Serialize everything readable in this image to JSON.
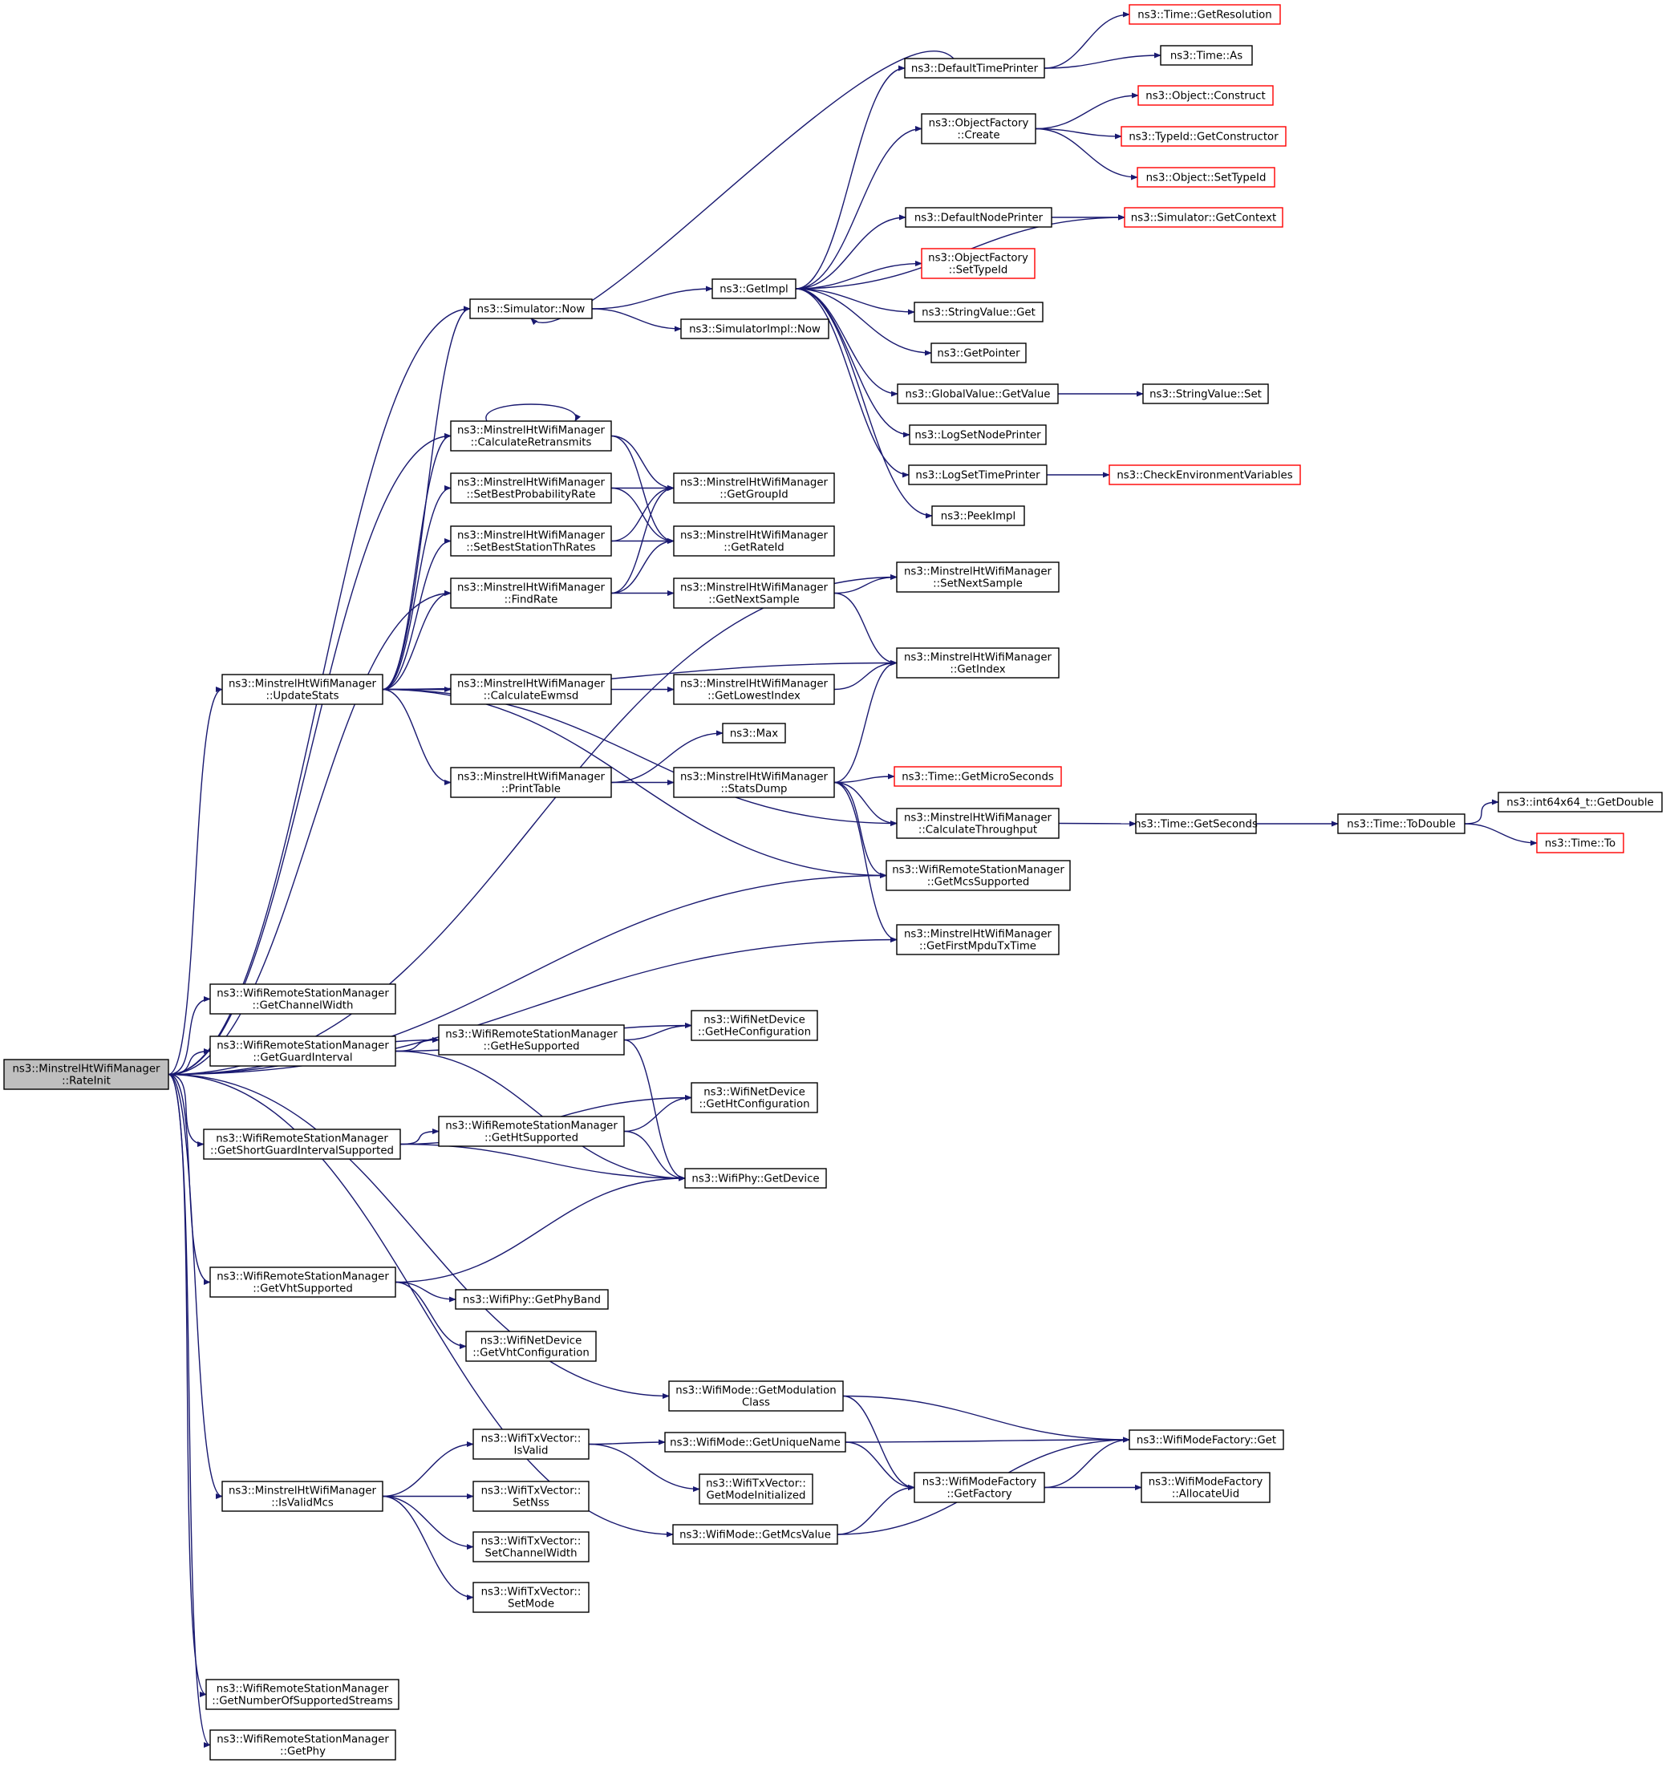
{
  "nodes": [
    {
      "id": "root",
      "lines": [
        "ns3::MinstrelHtWifiManager",
        "::RateInit"
      ],
      "style": "root"
    },
    {
      "id": "tgr",
      "lines": [
        "ns3::Time::GetResolution"
      ],
      "style": "red"
    },
    {
      "id": "tas",
      "lines": [
        "ns3::Time::As"
      ],
      "style": "normal"
    },
    {
      "id": "dtp",
      "lines": [
        "ns3::DefaultTimePrinter"
      ],
      "style": "normal"
    },
    {
      "id": "oc",
      "lines": [
        "ns3::Object::Construct"
      ],
      "style": "red"
    },
    {
      "id": "ofc",
      "lines": [
        "ns3::ObjectFactory",
        "::Create"
      ],
      "style": "normal"
    },
    {
      "id": "tgc",
      "lines": [
        "ns3::TypeId::GetConstructor"
      ],
      "style": "red"
    },
    {
      "id": "ost",
      "lines": [
        "ns3::Object::SetTypeId"
      ],
      "style": "red"
    },
    {
      "id": "dnp",
      "lines": [
        "ns3::DefaultNodePrinter"
      ],
      "style": "normal"
    },
    {
      "id": "sgc",
      "lines": [
        "ns3::Simulator::GetContext"
      ],
      "style": "red"
    },
    {
      "id": "ofs",
      "lines": [
        "ns3::ObjectFactory",
        "::SetTypeId"
      ],
      "style": "red"
    },
    {
      "id": "gi",
      "lines": [
        "ns3::GetImpl"
      ],
      "style": "normal"
    },
    {
      "id": "sn",
      "lines": [
        "ns3::Simulator::Now"
      ],
      "style": "normal"
    },
    {
      "id": "svg",
      "lines": [
        "ns3::StringValue::Get"
      ],
      "style": "normal"
    },
    {
      "id": "sin",
      "lines": [
        "ns3::SimulatorImpl::Now"
      ],
      "style": "normal"
    },
    {
      "id": "gp",
      "lines": [
        "ns3::GetPointer"
      ],
      "style": "normal"
    },
    {
      "id": "gvgv",
      "lines": [
        "ns3::GlobalValue::GetValue"
      ],
      "style": "normal"
    },
    {
      "id": "svs",
      "lines": [
        "ns3::StringValue::Set"
      ],
      "style": "normal"
    },
    {
      "id": "lsnp",
      "lines": [
        "ns3::LogSetNodePrinter"
      ],
      "style": "normal"
    },
    {
      "id": "lstp",
      "lines": [
        "ns3::LogSetTimePrinter"
      ],
      "style": "normal"
    },
    {
      "id": "cev",
      "lines": [
        "ns3::CheckEnvironmentVariables"
      ],
      "style": "red"
    },
    {
      "id": "pi",
      "lines": [
        "ns3::PeekImpl"
      ],
      "style": "normal"
    },
    {
      "id": "cr",
      "lines": [
        "ns3::MinstrelHtWifiManager",
        "::CalculateRetransmits"
      ],
      "style": "normal"
    },
    {
      "id": "sbpr",
      "lines": [
        "ns3::MinstrelHtWifiManager",
        "::SetBestProbabilityRate"
      ],
      "style": "normal"
    },
    {
      "id": "ggid",
      "lines": [
        "ns3::MinstrelHtWifiManager",
        "::GetGroupId"
      ],
      "style": "normal"
    },
    {
      "id": "sbst",
      "lines": [
        "ns3::MinstrelHtWifiManager",
        "::SetBestStationThRates"
      ],
      "style": "normal"
    },
    {
      "id": "grid",
      "lines": [
        "ns3::MinstrelHtWifiManager",
        "::GetRateId"
      ],
      "style": "normal"
    },
    {
      "id": "fr",
      "lines": [
        "ns3::MinstrelHtWifiManager",
        "::FindRate"
      ],
      "style": "normal"
    },
    {
      "id": "gns",
      "lines": [
        "ns3::MinstrelHtWifiManager",
        "::GetNextSample"
      ],
      "style": "normal"
    },
    {
      "id": "sns",
      "lines": [
        "ns3::MinstrelHtWifiManager",
        "::SetNextSample"
      ],
      "style": "normal"
    },
    {
      "id": "gidx",
      "lines": [
        "ns3::MinstrelHtWifiManager",
        "::GetIndex"
      ],
      "style": "normal"
    },
    {
      "id": "us",
      "lines": [
        "ns3::MinstrelHtWifiManager",
        "::UpdateStats"
      ],
      "style": "normal"
    },
    {
      "id": "ce",
      "lines": [
        "ns3::MinstrelHtWifiManager",
        "::CalculateEwmsd"
      ],
      "style": "normal"
    },
    {
      "id": "gli",
      "lines": [
        "ns3::MinstrelHtWifiManager",
        "::GetLowestIndex"
      ],
      "style": "normal"
    },
    {
      "id": "max",
      "lines": [
        "ns3::Max"
      ],
      "style": "normal"
    },
    {
      "id": "pt",
      "lines": [
        "ns3::MinstrelHtWifiManager",
        "::PrintTable"
      ],
      "style": "normal"
    },
    {
      "id": "sd",
      "lines": [
        "ns3::MinstrelHtWifiManager",
        "::StatsDump"
      ],
      "style": "normal"
    },
    {
      "id": "tgms",
      "lines": [
        "ns3::Time::GetMicroSeconds"
      ],
      "style": "red"
    },
    {
      "id": "ct",
      "lines": [
        "ns3::MinstrelHtWifiManager",
        "::CalculateThroughput"
      ],
      "style": "normal"
    },
    {
      "id": "tgs",
      "lines": [
        "ns3::Time::GetSeconds"
      ],
      "style": "normal"
    },
    {
      "id": "ttd",
      "lines": [
        "ns3::Time::ToDouble"
      ],
      "style": "normal"
    },
    {
      "id": "i64",
      "lines": [
        "ns3::int64x64_t::GetDouble"
      ],
      "style": "normal"
    },
    {
      "id": "tto",
      "lines": [
        "ns3::Time::To"
      ],
      "style": "red"
    },
    {
      "id": "gmcs",
      "lines": [
        "ns3::WifiRemoteStationManager",
        "::GetMcsSupported"
      ],
      "style": "normal"
    },
    {
      "id": "gfmt",
      "lines": [
        "ns3::MinstrelHtWifiManager",
        "::GetFirstMpduTxTime"
      ],
      "style": "normal"
    },
    {
      "id": "gcw",
      "lines": [
        "ns3::WifiRemoteStationManager",
        "::GetChannelWidth"
      ],
      "style": "normal"
    },
    {
      "id": "ghec",
      "lines": [
        "ns3::WifiNetDevice",
        "::GetHeConfiguration"
      ],
      "style": "normal"
    },
    {
      "id": "ggi",
      "lines": [
        "ns3::WifiRemoteStationManager",
        "::GetGuardInterval"
      ],
      "style": "normal"
    },
    {
      "id": "ghes",
      "lines": [
        "ns3::WifiRemoteStationManager",
        "::GetHeSupported"
      ],
      "style": "normal"
    },
    {
      "id": "ghtc",
      "lines": [
        "ns3::WifiNetDevice",
        "::GetHtConfiguration"
      ],
      "style": "normal"
    },
    {
      "id": "gsgi",
      "lines": [
        "ns3::WifiRemoteStationManager",
        "::GetShortGuardIntervalSupported"
      ],
      "style": "normal"
    },
    {
      "id": "ghts",
      "lines": [
        "ns3::WifiRemoteStationManager",
        "::GetHtSupported"
      ],
      "style": "normal"
    },
    {
      "id": "wpgd",
      "lines": [
        "ns3::WifiPhy::GetDevice"
      ],
      "style": "normal"
    },
    {
      "id": "gvht",
      "lines": [
        "ns3::WifiRemoteStationManager",
        "::GetVhtSupported"
      ],
      "style": "normal"
    },
    {
      "id": "wpgb",
      "lines": [
        "ns3::WifiPhy::GetPhyBand"
      ],
      "style": "normal"
    },
    {
      "id": "gvhtc",
      "lines": [
        "ns3::WifiNetDevice",
        "::GetVhtConfiguration"
      ],
      "style": "normal"
    },
    {
      "id": "wmgmc",
      "lines": [
        "ns3::WifiMode::GetModulation",
        "Class"
      ],
      "style": "normal"
    },
    {
      "id": "wtvi",
      "lines": [
        "ns3::WifiTxVector::",
        "IsValid"
      ],
      "style": "normal"
    },
    {
      "id": "wmgun",
      "lines": [
        "ns3::WifiMode::GetUniqueName"
      ],
      "style": "normal"
    },
    {
      "id": "wmfg",
      "lines": [
        "ns3::WifiModeFactory::Get"
      ],
      "style": "normal"
    },
    {
      "id": "wtvgmi",
      "lines": [
        "ns3::WifiTxVector::",
        "GetModeInitialized"
      ],
      "style": "normal"
    },
    {
      "id": "ivm",
      "lines": [
        "ns3::MinstrelHtWifiManager",
        "::IsValidMcs"
      ],
      "style": "normal"
    },
    {
      "id": "wtvsn",
      "lines": [
        "ns3::WifiTxVector::",
        "SetNss"
      ],
      "style": "normal"
    },
    {
      "id": "wmfgf",
      "lines": [
        "ns3::WifiModeFactory",
        "::GetFactory"
      ],
      "style": "normal"
    },
    {
      "id": "wmfau",
      "lines": [
        "ns3::WifiModeFactory",
        "::AllocateUid"
      ],
      "style": "normal"
    },
    {
      "id": "wmgmv",
      "lines": [
        "ns3::WifiMode::GetMcsValue"
      ],
      "style": "normal"
    },
    {
      "id": "wtvscw",
      "lines": [
        "ns3::WifiTxVector::",
        "SetChannelWidth"
      ],
      "style": "normal"
    },
    {
      "id": "wtvsm",
      "lines": [
        "ns3::WifiTxVector::",
        "SetMode"
      ],
      "style": "normal"
    },
    {
      "id": "gnss",
      "lines": [
        "ns3::WifiRemoteStationManager",
        "::GetNumberOfSupportedStreams"
      ],
      "style": "normal"
    },
    {
      "id": "gphy",
      "lines": [
        "ns3::WifiRemoteStationManager",
        "::GetPhy"
      ],
      "style": "normal"
    }
  ],
  "edges": [
    [
      "root",
      "sn"
    ],
    [
      "root",
      "cr"
    ],
    [
      "root",
      "fr"
    ],
    [
      "root",
      "sns"
    ],
    [
      "root",
      "us"
    ],
    [
      "root",
      "gmcs"
    ],
    [
      "root",
      "gfmt"
    ],
    [
      "root",
      "gcw"
    ],
    [
      "root",
      "ggi"
    ],
    [
      "root",
      "ghes"
    ],
    [
      "root",
      "gsgi"
    ],
    [
      "root",
      "gvht"
    ],
    [
      "root",
      "wmgmc"
    ],
    [
      "root",
      "ivm"
    ],
    [
      "root",
      "wmgmv"
    ],
    [
      "root",
      "gnss"
    ],
    [
      "root",
      "gphy"
    ],
    [
      "dtp",
      "tgr"
    ],
    [
      "dtp",
      "tas"
    ],
    [
      "dtp",
      "sn"
    ],
    [
      "ofc",
      "oc"
    ],
    [
      "ofc",
      "tgc"
    ],
    [
      "ofc",
      "ost"
    ],
    [
      "dnp",
      "sgc"
    ],
    [
      "gi",
      "dtp"
    ],
    [
      "gi",
      "ofc"
    ],
    [
      "gi",
      "sgc"
    ],
    [
      "gi",
      "dnp"
    ],
    [
      "gi",
      "ofs"
    ],
    [
      "gi",
      "svg"
    ],
    [
      "gi",
      "gp"
    ],
    [
      "gi",
      "gvgv"
    ],
    [
      "gi",
      "lsnp"
    ],
    [
      "gi",
      "lstp"
    ],
    [
      "gi",
      "pi"
    ],
    [
      "gvgv",
      "svs"
    ],
    [
      "lstp",
      "cev"
    ],
    [
      "sn",
      "gi"
    ],
    [
      "sn",
      "sin"
    ],
    [
      "cr",
      "cr"
    ],
    [
      "cr",
      "ggid"
    ],
    [
      "cr",
      "grid"
    ],
    [
      "sbpr",
      "ggid"
    ],
    [
      "sbpr",
      "grid"
    ],
    [
      "sbst",
      "ggid"
    ],
    [
      "sbst",
      "grid"
    ],
    [
      "fr",
      "ggid"
    ],
    [
      "fr",
      "grid"
    ],
    [
      "fr",
      "gns"
    ],
    [
      "gns",
      "sns"
    ],
    [
      "gns",
      "gidx"
    ],
    [
      "us",
      "sn"
    ],
    [
      "us",
      "cr"
    ],
    [
      "us",
      "sbpr"
    ],
    [
      "us",
      "sbst"
    ],
    [
      "us",
      "fr"
    ],
    [
      "us",
      "gidx"
    ],
    [
      "us",
      "ce"
    ],
    [
      "us",
      "gli"
    ],
    [
      "us",
      "pt"
    ],
    [
      "us",
      "ct"
    ],
    [
      "us",
      "gmcs"
    ],
    [
      "gli",
      "gidx"
    ],
    [
      "pt",
      "max"
    ],
    [
      "pt",
      "sd"
    ],
    [
      "sd",
      "gidx"
    ],
    [
      "sd",
      "tgms"
    ],
    [
      "sd",
      "ct"
    ],
    [
      "sd",
      "gmcs"
    ],
    [
      "sd",
      "gfmt"
    ],
    [
      "ct",
      "tgs"
    ],
    [
      "tgs",
      "ttd"
    ],
    [
      "ttd",
      "i64"
    ],
    [
      "ttd",
      "tto"
    ],
    [
      "ggi",
      "ghec"
    ],
    [
      "ggi",
      "ghes"
    ],
    [
      "ggi",
      "wpgd"
    ],
    [
      "ghes",
      "ghec"
    ],
    [
      "ghes",
      "wpgd"
    ],
    [
      "gsgi",
      "ghtc"
    ],
    [
      "gsgi",
      "ghts"
    ],
    [
      "gsgi",
      "wpgd"
    ],
    [
      "ghts",
      "ghtc"
    ],
    [
      "ghts",
      "wpgd"
    ],
    [
      "gvht",
      "wpgd"
    ],
    [
      "gvht",
      "wpgb"
    ],
    [
      "gvht",
      "gvhtc"
    ],
    [
      "wmgmc",
      "wmfg"
    ],
    [
      "wmgmc",
      "wmfgf"
    ],
    [
      "wmgun",
      "wmfg"
    ],
    [
      "wmgun",
      "wmfgf"
    ],
    [
      "wmfgf",
      "wmfg"
    ],
    [
      "wmfgf",
      "wmfau"
    ],
    [
      "wmgmv",
      "wmfgf"
    ],
    [
      "wmgmv",
      "wmfg"
    ],
    [
      "wtvi",
      "wmgun"
    ],
    [
      "wtvi",
      "wtvgmi"
    ],
    [
      "ivm",
      "wtvi"
    ],
    [
      "ivm",
      "wtvsn"
    ],
    [
      "ivm",
      "wtvscw"
    ],
    [
      "ivm",
      "wtvsm"
    ]
  ]
}
